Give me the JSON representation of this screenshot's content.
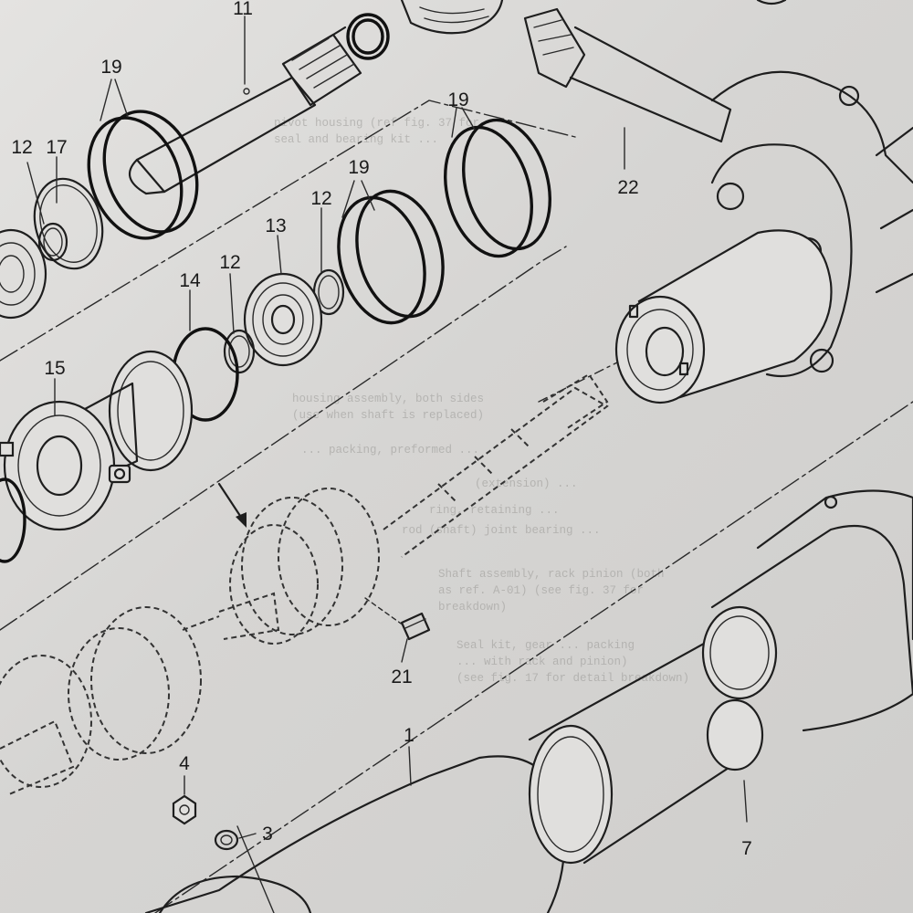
{
  "callouts": {
    "c1": "1",
    "c3": "3",
    "c4": "4",
    "c7": "7",
    "c11": "11",
    "c12a": "12",
    "c12b": "12",
    "c12c": "12",
    "c13": "13",
    "c14": "14",
    "c15": "15",
    "c17": "17",
    "c19a": "19",
    "c19b": "19",
    "c19c": "19",
    "c21": "21",
    "c22": "22"
  },
  "bleed_text": [
    "pivot housing (ref fig. 37 for",
    "seal and bearing kit ...",
    "housing assembly, both sides",
    "(use when shaft is replaced)",
    "... packing, preformed ...",
    "(extension) ...",
    "ring, retaining ...",
    "rod (shaft) joint bearing ...",
    "Shaft assembly, rack pinion (both",
    "as ref. A-01) (see fig. 37 for",
    "breakdown)",
    "Seal kit, gear ... packing",
    "... with rack and pinion)",
    "(see fig. 17 for detail breakdown)"
  ]
}
